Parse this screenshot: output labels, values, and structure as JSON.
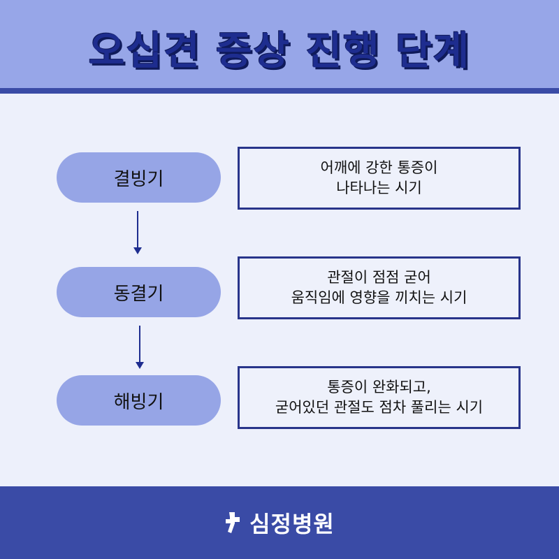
{
  "header": {
    "title": "오십견 증상 진행 단계"
  },
  "stages": [
    {
      "name": "결빙기",
      "desc_line1": "어깨에 강한 통증이",
      "desc_line2": "나타나는 시기"
    },
    {
      "name": "동결기",
      "desc_line1": "관절이 점점 굳어",
      "desc_line2": "움직임에 영향을 끼치는 시기"
    },
    {
      "name": "해빙기",
      "desc_line1": "통증이 완화되고,",
      "desc_line2": "굳어있던 관절도 점차 풀리는 시기"
    }
  ],
  "footer": {
    "logo_icon": "hospital-logo-icon",
    "brand": "심정병원"
  },
  "colors": {
    "header_bg": "#97a6e8",
    "accent_dark": "#3a4ba6",
    "title": "#1e2d8f",
    "pill": "#96a5e6",
    "background": "#edf0fb"
  }
}
